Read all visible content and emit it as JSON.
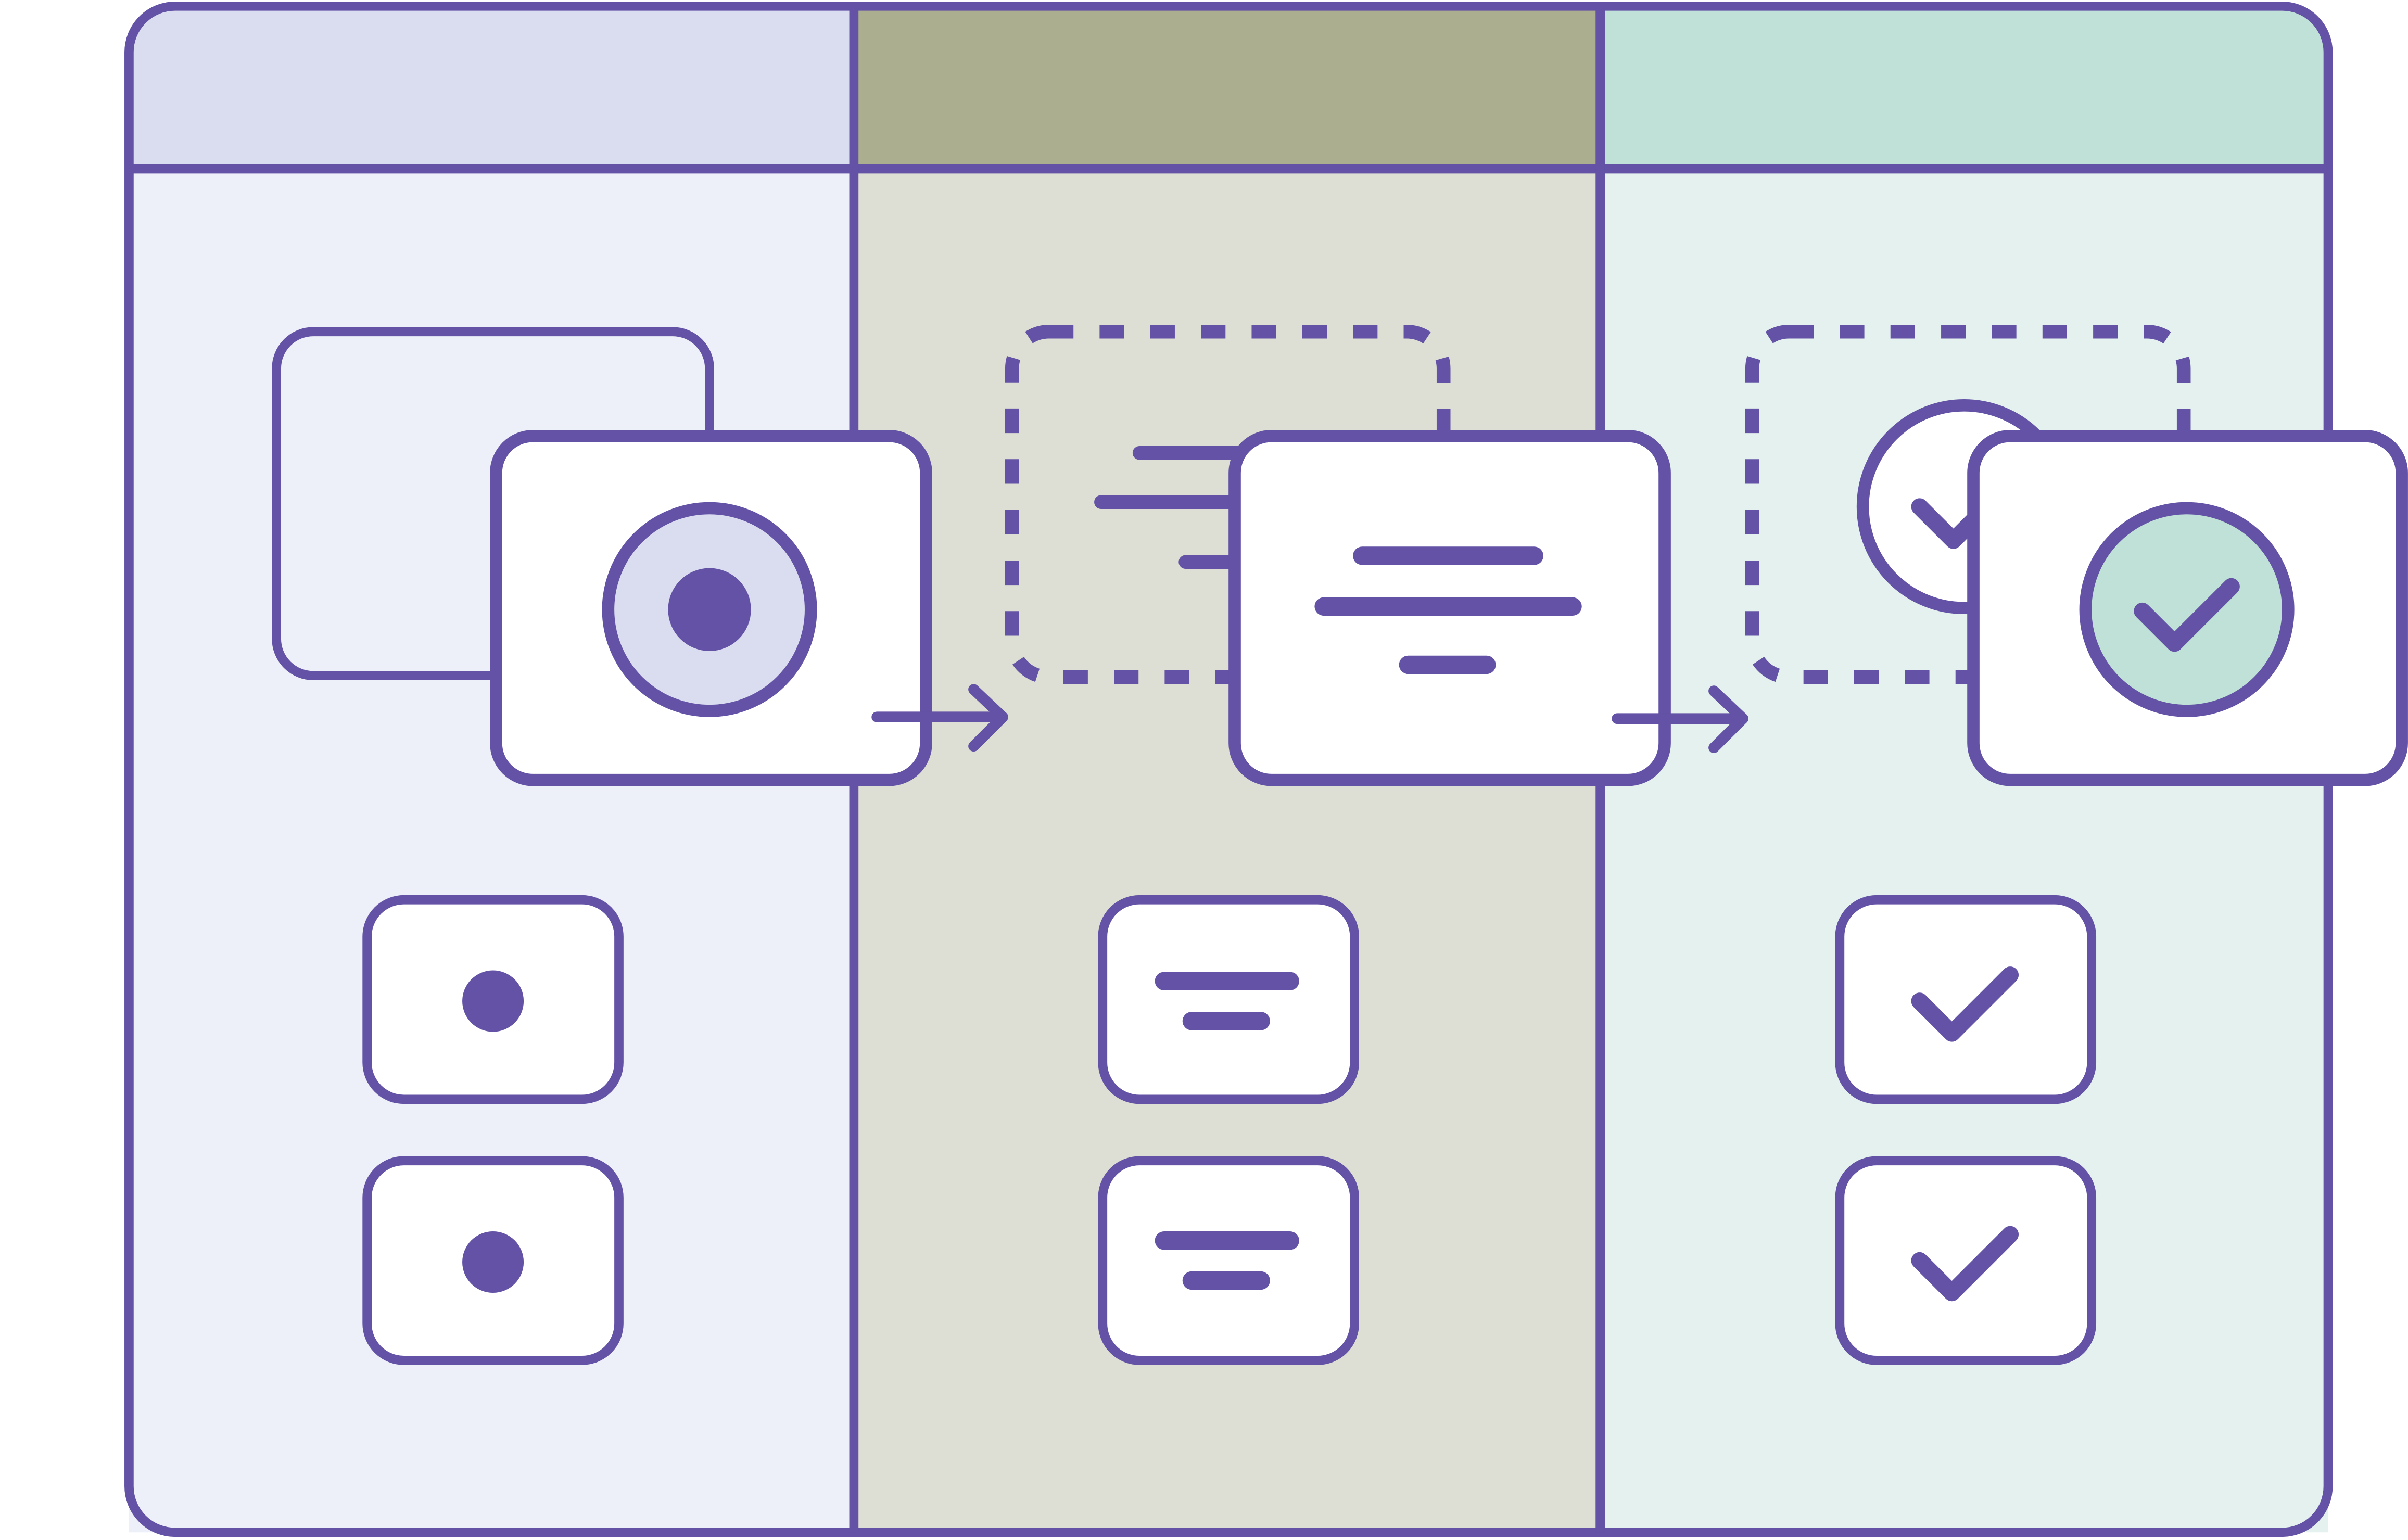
{
  "colors": {
    "stroke": "#6352A5",
    "card_fill": "#FFFFFF",
    "todo_header": "#DADDF0",
    "todo_body": "#EEF0F9",
    "progress_header": "#ACAF8F",
    "progress_body": "#DEDFD4",
    "done_header": "#C0E1D7",
    "done_body": "#E4F1EE"
  },
  "columns": [
    {
      "name": "todo-column",
      "icon": "dot-icon"
    },
    {
      "name": "in-progress-column",
      "icon": "lines-icon"
    },
    {
      "name": "done-column",
      "icon": "check-icon"
    }
  ],
  "moving_cards": [
    {
      "name": "moving-card-todo",
      "icon": "target-icon"
    },
    {
      "name": "moving-card-in-progress",
      "icon": "lines-icon"
    },
    {
      "name": "moving-card-done",
      "icon": "check-circle-icon"
    }
  ],
  "flow_arrows": [
    {
      "name": "arrow-todo-to-progress",
      "icon": "arrow-right-icon"
    },
    {
      "name": "arrow-progress-to-done",
      "icon": "arrow-right-icon"
    }
  ],
  "cards_per_column": 2
}
